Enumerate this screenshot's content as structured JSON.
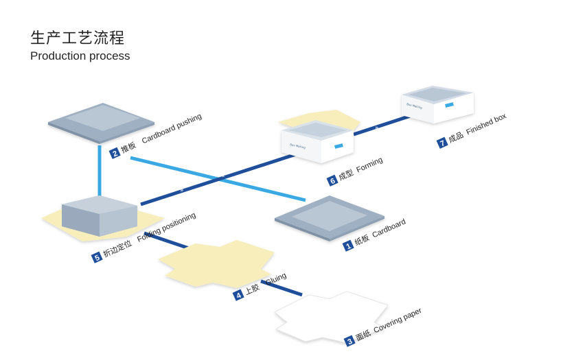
{
  "title": {
    "zh": "生产工艺流程",
    "en": "Production process"
  },
  "steps": [
    {
      "num": "1",
      "zh": "纸板",
      "en": "Cardboard"
    },
    {
      "num": "2",
      "zh": "推板",
      "en": "Cardboard pushing"
    },
    {
      "num": "3",
      "zh": "面纸",
      "en": "Covering paper"
    },
    {
      "num": "4",
      "zh": "上胶",
      "en": "Gluing"
    },
    {
      "num": "5",
      "zh": "折边定位",
      "en": "Folding positioning"
    },
    {
      "num": "6",
      "zh": "成型",
      "en": "Forming"
    },
    {
      "num": "7",
      "zh": "成品",
      "en": "Finished box"
    }
  ],
  "box_print": "Box Making",
  "colors": {
    "line_light": "#3aa9e3",
    "line_dark": "#1f4e9a",
    "badge": "#1f4e9a",
    "cardboard": "#a9b8c8",
    "yellow_paper": "#f7eebc",
    "white_paper": "#ffffff"
  }
}
